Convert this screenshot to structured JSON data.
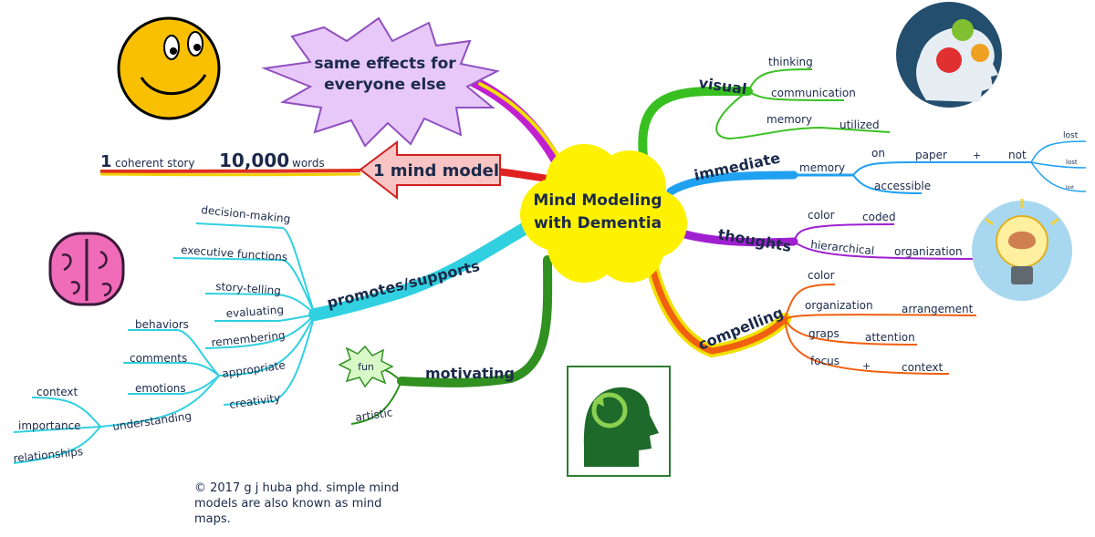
{
  "center": {
    "line1": "Mind Modeling",
    "line2": "with Dementia"
  },
  "top_branch": {
    "line1": "same effects for",
    "line2": "everyone else"
  },
  "left_top": {
    "one": "1",
    "coherent_story": "coherent story",
    "ten_thousand": "10,000",
    "words": "words",
    "arrow": "1 mind model"
  },
  "visual": {
    "label": "visual",
    "thinking": "thinking",
    "communication": "communication",
    "memory": "memory",
    "utilized": "utilized"
  },
  "immediate": {
    "label": "immediate",
    "memory": "memory",
    "on": "on",
    "paper": "paper",
    "plus": "+",
    "not": "not",
    "accessible": "accessible",
    "lost1": "lost",
    "lost2": "lost",
    "lost3": "lost"
  },
  "thoughts": {
    "label": "thoughts",
    "color": "color",
    "coded": "coded",
    "hierarchical": "hierarchical",
    "organization": "organization"
  },
  "compelling": {
    "label": "compelling",
    "color": "color",
    "organization": "organization",
    "arrangement": "arrangement",
    "graps": "graps",
    "attention": "attention",
    "focus": "focus",
    "plus": "+",
    "context": "context"
  },
  "motivating": {
    "label": "motivating",
    "fun": "fun",
    "artistic": "artistic"
  },
  "promotes": {
    "label": "promotes/supports",
    "decision": "decision-making",
    "executive": "executive functions",
    "story": "story-telling",
    "evaluating": "evaluating",
    "remembering": "remembering",
    "appropriate": "appropriate",
    "creativity": "creativity",
    "behaviors": "behaviors",
    "comments": "comments",
    "emotions": "emotions",
    "understanding": "understanding",
    "context": "context",
    "importance": "importance",
    "relationships": "relationships"
  },
  "copyright": "© 2017 g j huba phd. simple mind models are also known as mind maps."
}
